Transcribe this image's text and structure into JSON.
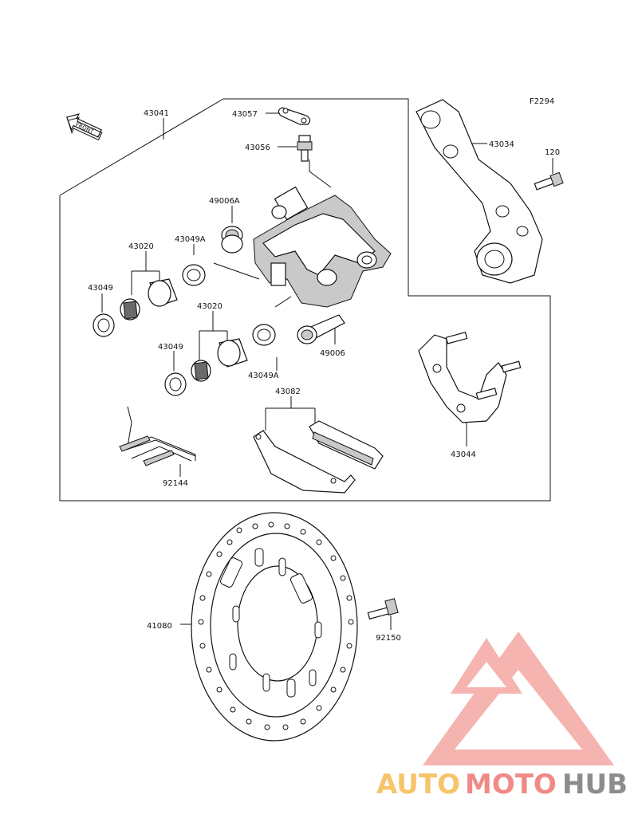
{
  "figure_code": "F2294",
  "front_label": "FRONT",
  "parts": {
    "p43041": "43041",
    "p43057": "43057",
    "p43056": "43056",
    "p49006A": "49006A",
    "p43049A_top": "43049A",
    "p43020_top": "43020",
    "p43049_left": "43049",
    "p43020_mid": "43020",
    "p43049_mid": "43049",
    "p49006": "49006",
    "p43049A_mid": "43049A",
    "p43082": "43082",
    "p92144": "92144",
    "p43034": "43034",
    "p120": "120",
    "p43044": "43044",
    "p41080": "41080",
    "p92150": "92150"
  },
  "watermark": {
    "part1": "AUTO",
    "part2": "MOTO",
    "part3": "HUB",
    "colors": {
      "auto": "#f6c56a",
      "moto": "#ef8a86",
      "hub": "#8c8c8c",
      "triangle": "#ef8a86"
    }
  }
}
